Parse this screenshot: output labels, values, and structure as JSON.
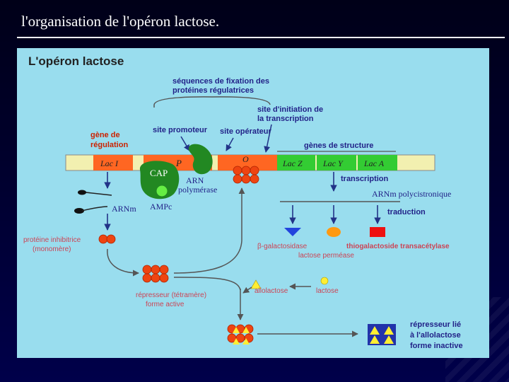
{
  "slide": {
    "title": "l'organisation de l'opéron lactose."
  },
  "diagram": {
    "heading": "L'opéron lactose",
    "labels": {
      "sequences_line1": "séquences de fixation des",
      "sequences_line2": "protéines régulatrices",
      "init_site_line1": "site d'initiation de",
      "init_site_line2": "la transcription",
      "promoter_site": "site promoteur",
      "operator_site": "site opérateur",
      "structural_genes": "gènes de structure",
      "reg_gene_line1": "gène de",
      "reg_gene_line2": "régulation",
      "lac_i": "Lac I",
      "p": "P",
      "o": "O",
      "lac_z": "Lac Z",
      "lac_y": "Lac Y",
      "lac_a": "Lac A",
      "cap": "CAP",
      "arn": "ARN",
      "polymerase": "polymérase",
      "ampc": "AMPc",
      "arnm_left": "ARNm",
      "transcription": "transcription",
      "arnm_poly": "ARNm polycistronique",
      "traduction": "traduction",
      "beta_gal": "β-galactosidase",
      "permease": "lactose perméase",
      "thiogal": "thiogalactoside transacétylase",
      "inhib_line1": "protéine inhibitrice",
      "inhib_line2": "(monomère)",
      "rep_line1": "répresseur (tétramère)",
      "rep_line2": "forme active",
      "allolactose": "allolactose",
      "lactose": "lactose",
      "bound_line1": "répresseur lié",
      "bound_line2": "à l'allolactose",
      "bound_line3": "forme inactive"
    },
    "colors": {
      "panel": "#99ddee",
      "gene_green": "#33cc33",
      "gene_orange": "#ff6622",
      "red_text": "#cc2200",
      "blue_text": "#222288",
      "pink_text": "#cc4455",
      "polymerase_green": "#228822",
      "repressor": "#ee4411"
    }
  }
}
